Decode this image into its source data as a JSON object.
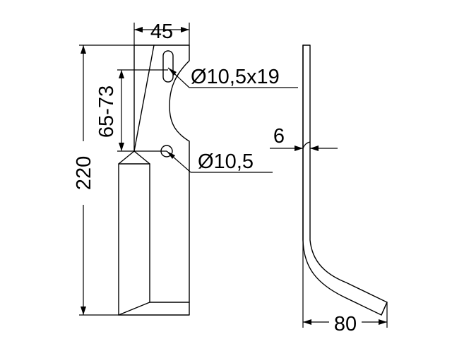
{
  "dimensions": {
    "width_top": "45",
    "slot_hole": "Ø10,5x19",
    "hole_spacing": "65-73",
    "round_hole": "Ø10,5",
    "thickness": "6",
    "total_height": "220",
    "bend_width": "80"
  }
}
